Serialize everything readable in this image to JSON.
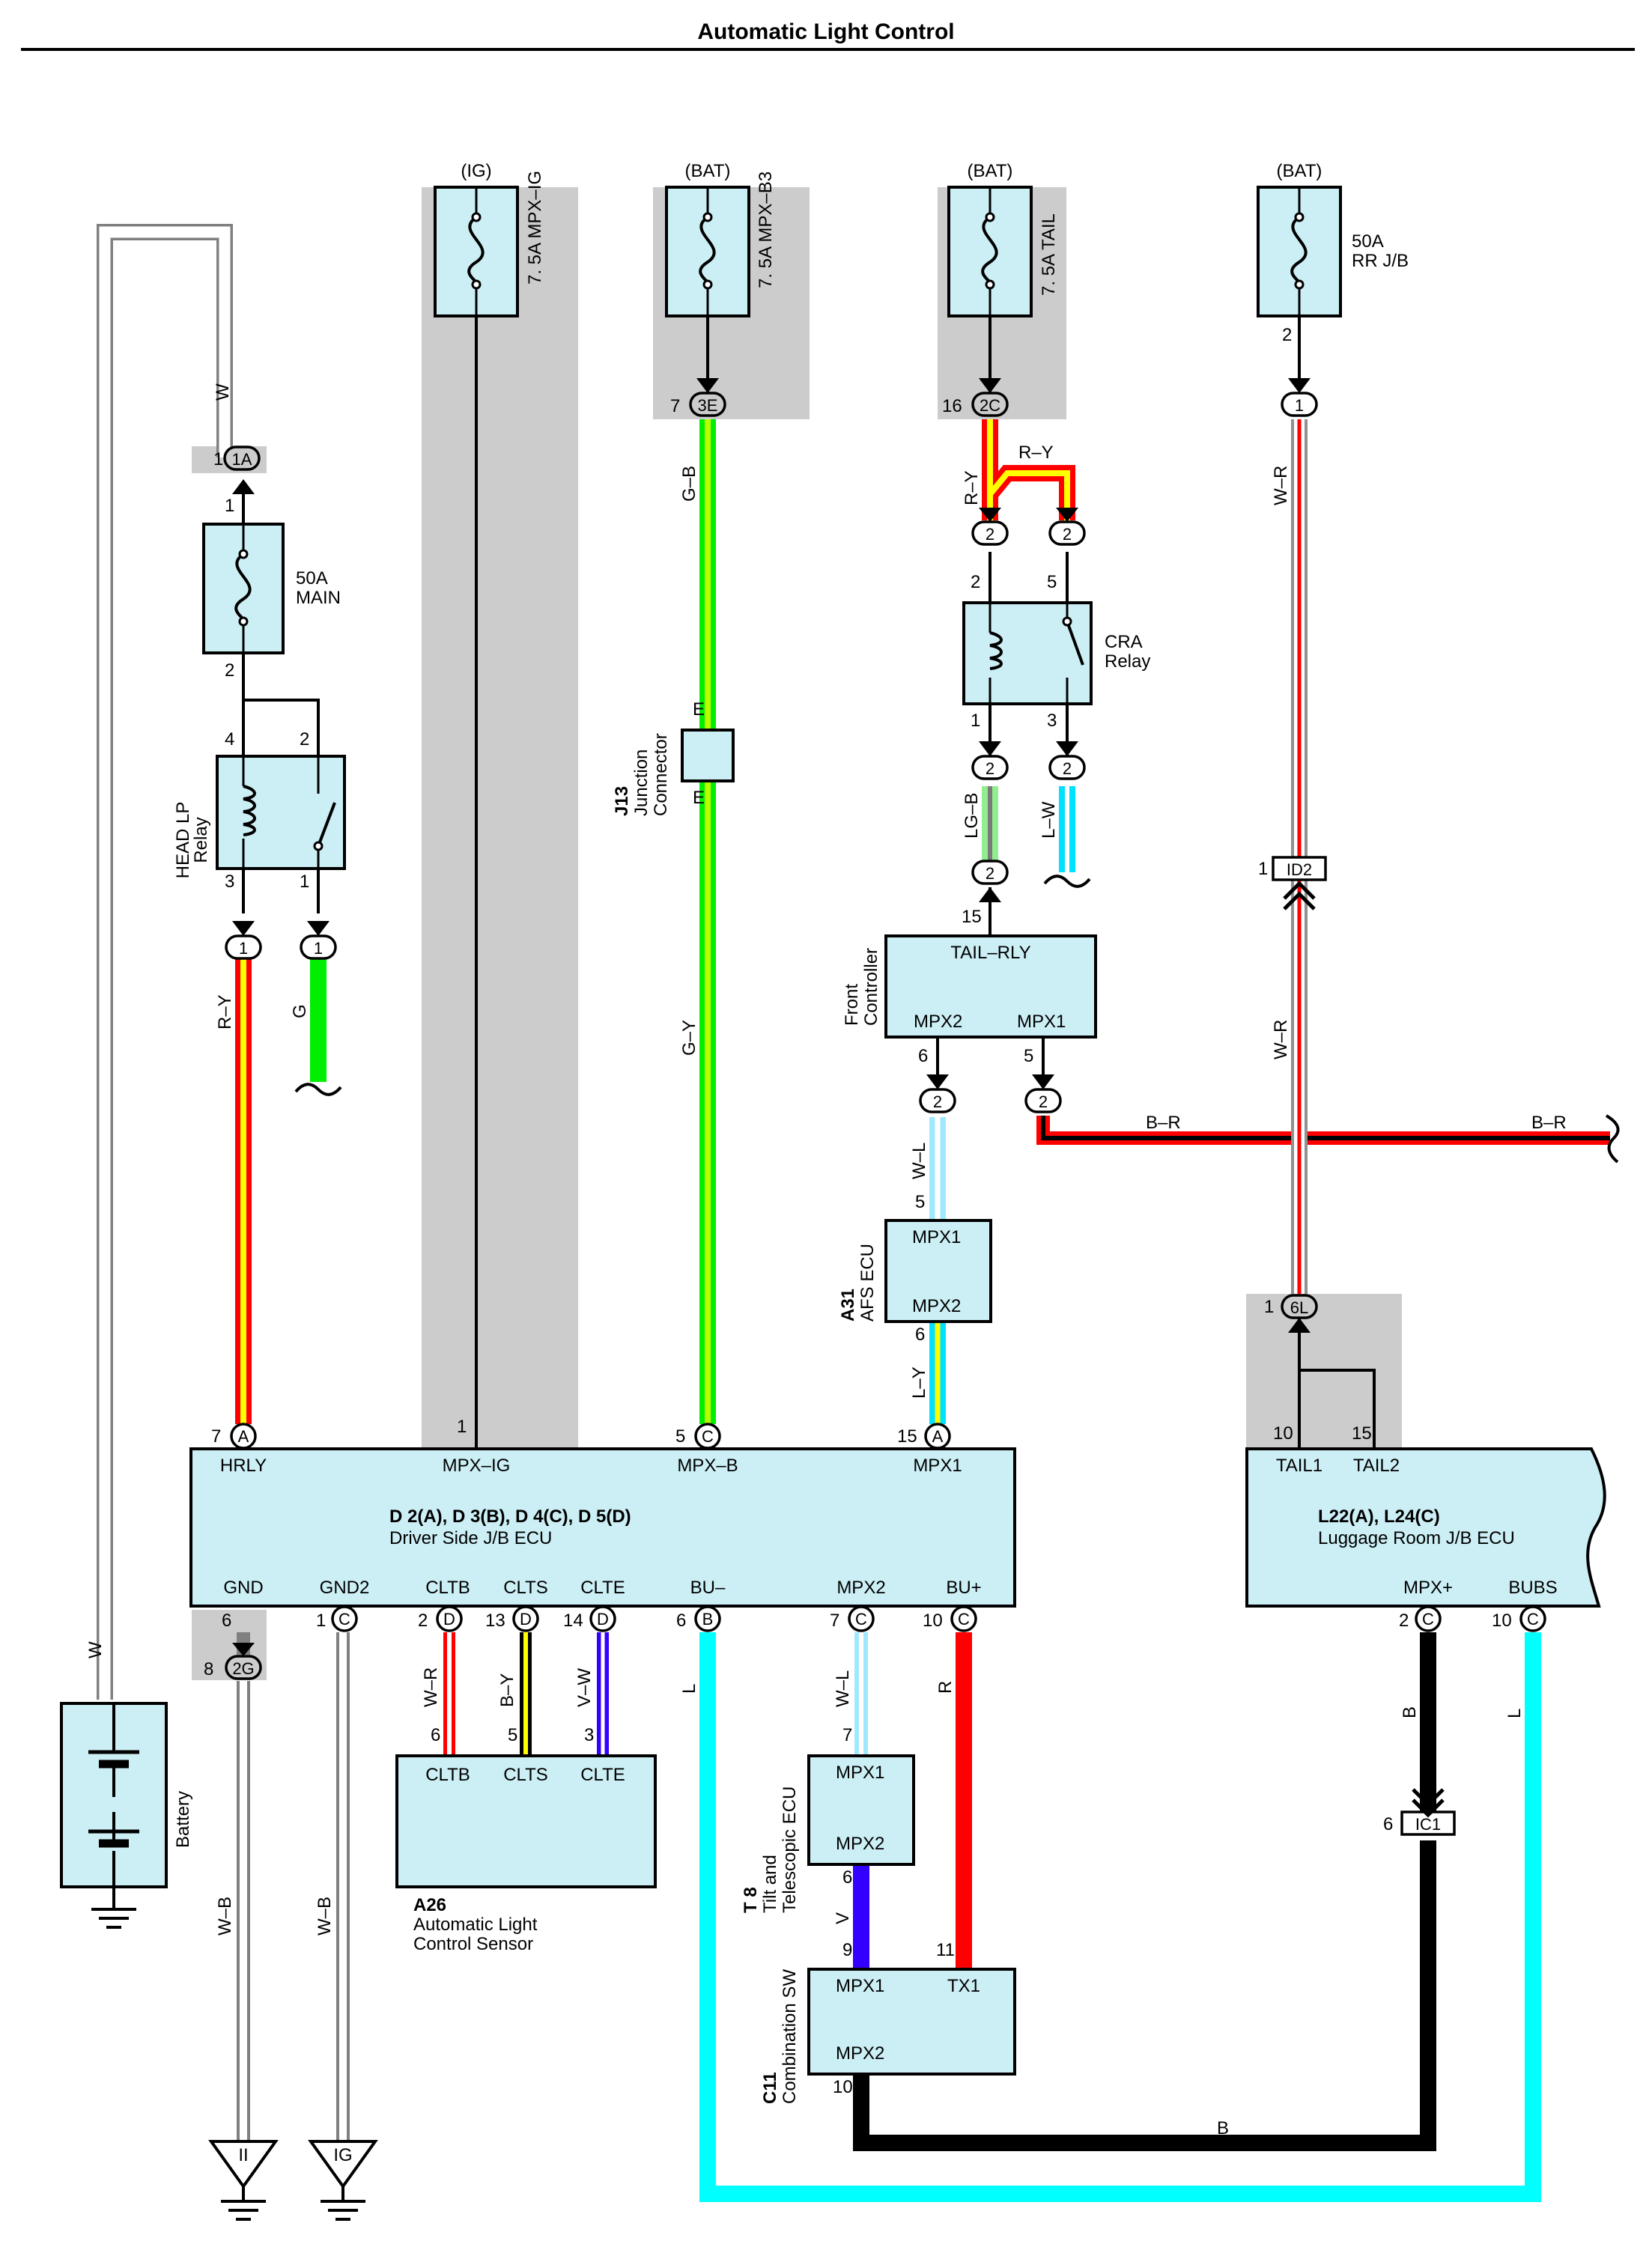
{
  "title": "Automatic Light Control",
  "sources": {
    "ig": "(IG)",
    "bat1": "(BAT)",
    "bat2": "(BAT)",
    "bat3": "(BAT)"
  },
  "fuses": {
    "mpx_ig": "7. 5A MPX–IG",
    "mpx_b3": "7. 5A MPX–B3",
    "tail": "7. 5A TAIL",
    "rr_jb": [
      "50A",
      "RR J/B"
    ],
    "main": [
      "50A",
      "MAIN"
    ]
  },
  "relays": {
    "head_lp": [
      "HEAD LP",
      "Relay"
    ],
    "cra": [
      "CRA",
      "Relay"
    ]
  },
  "connectors": {
    "c1A": "1A",
    "c3E": "3E",
    "c2C": "2C",
    "c1": "1",
    "c2": "2",
    "cID2": "ID2",
    "c6L": "6L",
    "c2G": "2G",
    "cIC1": "IC1",
    "cA": "A",
    "cB": "B",
    "cC": "C",
    "cD": "D"
  },
  "pins": [
    "1",
    "2",
    "3",
    "4",
    "5",
    "6",
    "7",
    "8",
    "9",
    "10",
    "11",
    "13",
    "14",
    "15",
    "16"
  ],
  "wires": {
    "W": "W",
    "G_B": "G–B",
    "G_Y": "G–Y",
    "R_Y": "R–Y",
    "G": "G",
    "W_R": "W–R",
    "LG_B": "LG–B",
    "L_W": "L–W",
    "W_L": "W–L",
    "L_Y": "L–Y",
    "B_R": "B–R",
    "W_B": "W–B",
    "B_Y": "B–Y",
    "V_W": "V–W",
    "L": "L",
    "R": "R",
    "V": "V",
    "B": "B"
  },
  "junction": {
    "id": "J13",
    "name": [
      "Junction",
      "Connector"
    ],
    "pin": "E"
  },
  "front_controller": {
    "name": [
      "Front",
      "Controller"
    ],
    "tail_rly": "TAIL–RLY",
    "mpx2": "MPX2",
    "mpx1": "MPX1"
  },
  "afs_ecu": {
    "id": "A31",
    "name": "AFS ECU",
    "mpx1": "MPX1",
    "mpx2": "MPX2"
  },
  "driver_jb": {
    "connectors": "D 2(A), D 3(B), D 4(C), D 5(D)",
    "name": "Driver Side J/B ECU",
    "top_terms": [
      "HRLY",
      "MPX–IG",
      "MPX–B",
      "MPX1"
    ],
    "bottom_terms": [
      "GND",
      "GND2",
      "CLTB",
      "CLTS",
      "CLTE",
      "BU–",
      "MPX2",
      "BU+"
    ]
  },
  "luggage_jb": {
    "connectors": "L22(A), L24(C)",
    "name": "Luggage Room J/B ECU",
    "top_terms": [
      "TAIL1",
      "TAIL2"
    ],
    "bottom_terms": [
      "MPX+",
      "BUBS"
    ]
  },
  "sensor": {
    "id": "A26",
    "name": [
      "Automatic Light",
      "Control Sensor"
    ],
    "terms": [
      "CLTB",
      "CLTS",
      "CLTE"
    ]
  },
  "tilt_ecu": {
    "id": "T 8",
    "name": [
      "Tilt and",
      "Telescopic ECU"
    ],
    "mpx1": "MPX1",
    "mpx2": "MPX2"
  },
  "combo_sw": {
    "id": "C11",
    "name": "Combination SW",
    "mpx1": "MPX1",
    "tx1": "TX1",
    "mpx2": "MPX2"
  },
  "battery": "Battery",
  "grounds": [
    "II",
    "IG"
  ],
  "colors": {
    "panel": "#cceff5",
    "shade": "#cccccc",
    "red": "#ff0000",
    "yellow": "#ffff00",
    "green": "#00ee00",
    "lime": "#7cfc00",
    "cyan": "#00ffff",
    "blue": "#3300ff",
    "black": "#000000",
    "grey": "#707070"
  }
}
